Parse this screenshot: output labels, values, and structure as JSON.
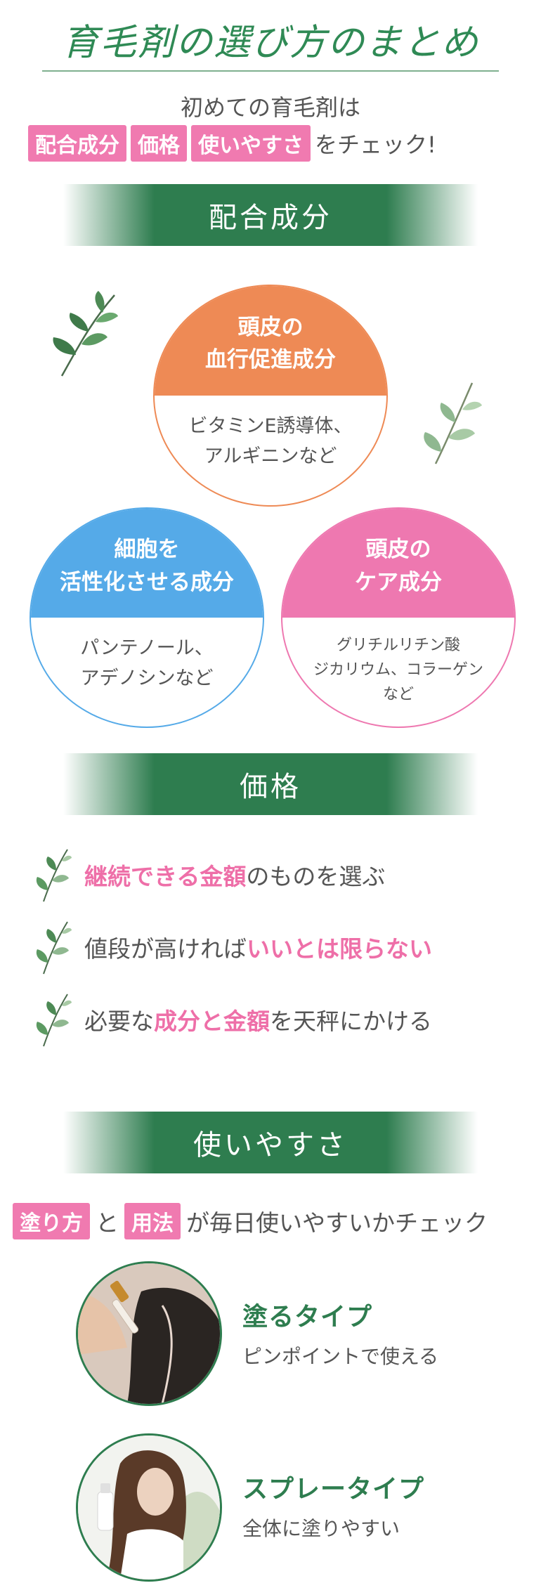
{
  "header": {
    "title": "育毛剤の選び方のまとめ",
    "intro_line": "初めての育毛剤は",
    "tags": [
      "配合成分",
      "価格",
      "使いやすさ"
    ],
    "intro_suffix": "をチェック!"
  },
  "sections": {
    "ingredients": {
      "heading": "配合成分",
      "circles": [
        {
          "title": "頭皮の\n血行促進成分",
          "body": "ビタミンE誘導体、\nアルギニンなど",
          "color": "#ee8a55"
        },
        {
          "title": "細胞を\n活性化させる成分",
          "body": "パンテノール、\nアデノシンなど",
          "color": "#55aae8"
        },
        {
          "title": "頭皮の\nケア成分",
          "body": "グリチルリチン酸\nジカリウム、コラーゲン\nなど",
          "color": "#ee78b0"
        }
      ]
    },
    "price": {
      "heading": "価格",
      "items": [
        {
          "highlight": "継続できる金額",
          "rest": "のものを選ぶ"
        },
        {
          "prefix": "値段が高ければ",
          "highlight": "いいとは限らない"
        },
        {
          "prefix": "必要な",
          "highlight": "成分と金額",
          "rest": "を天秤にかける"
        }
      ]
    },
    "usability": {
      "heading": "使いやすさ",
      "tag1": "塗り方",
      "connector": "と",
      "tag2": "用法",
      "line_suffix": "が毎日使いやすいかチェック",
      "types": [
        {
          "title": "塗るタイプ",
          "desc": "ピンポイントで使える",
          "icon": "dropper-photo"
        },
        {
          "title": "スプレータイプ",
          "desc": "全体に塗りやすい",
          "icon": "spray-photo"
        }
      ]
    }
  },
  "colors": {
    "green": "#2e7d4f",
    "pink": "#f07ab0",
    "orange": "#ee8a55",
    "blue": "#55aae8"
  }
}
